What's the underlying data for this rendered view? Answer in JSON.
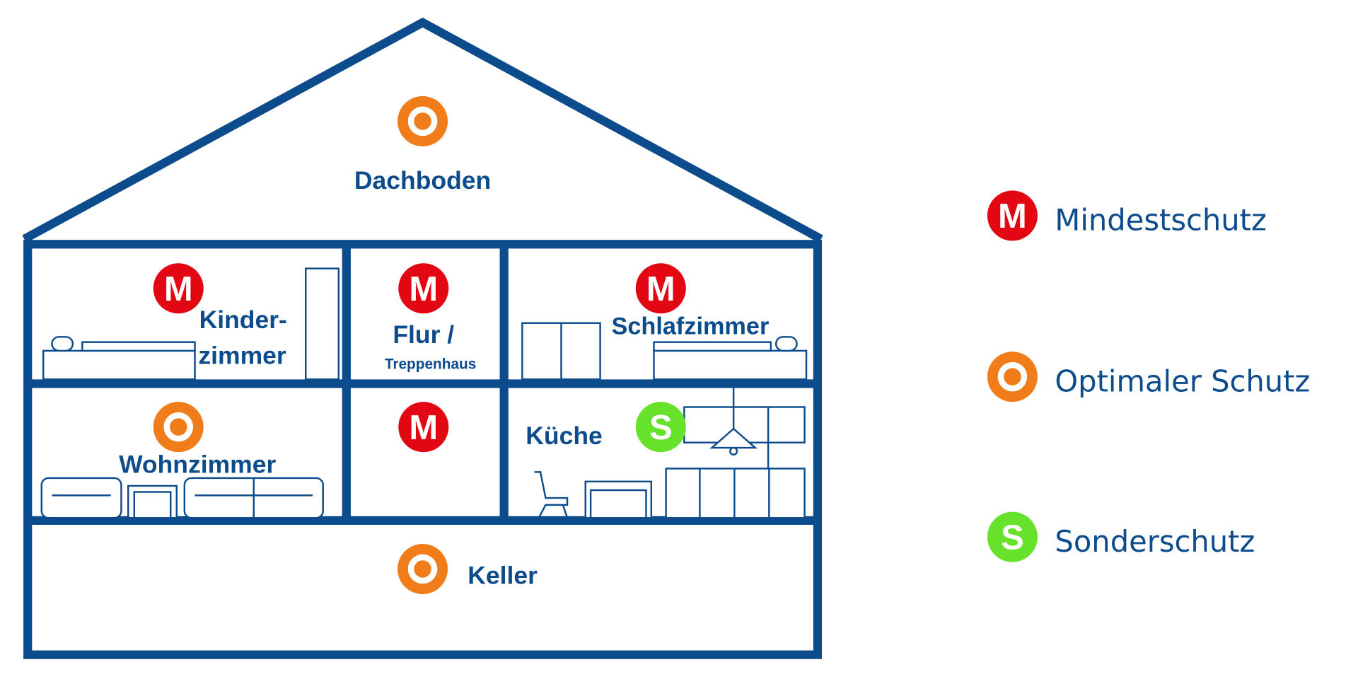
{
  "colors": {
    "structure": "#0d4c8c",
    "mindestschutz": "#e30613",
    "optimal": "#f07d1a",
    "sonderschutz": "#66e22a"
  },
  "badges": {
    "M": "M",
    "S": "S"
  },
  "rooms": {
    "dachboden": "Dachboden",
    "kinderzimmer_1": "Kinder-",
    "kinderzimmer_2": "zimmer",
    "flur_1": "Flur /",
    "flur_2": "Treppenhaus",
    "schlafzimmer": "Schlafzimmer",
    "wohnzimmer": "Wohnzimmer",
    "kueche": "Küche",
    "keller": "Keller"
  },
  "legend": [
    {
      "symbol": "M",
      "label": "Mindestschutz"
    },
    {
      "symbol": "O",
      "label": "Optimaler Schutz"
    },
    {
      "symbol": "S",
      "label": "Sonderschutz"
    }
  ]
}
